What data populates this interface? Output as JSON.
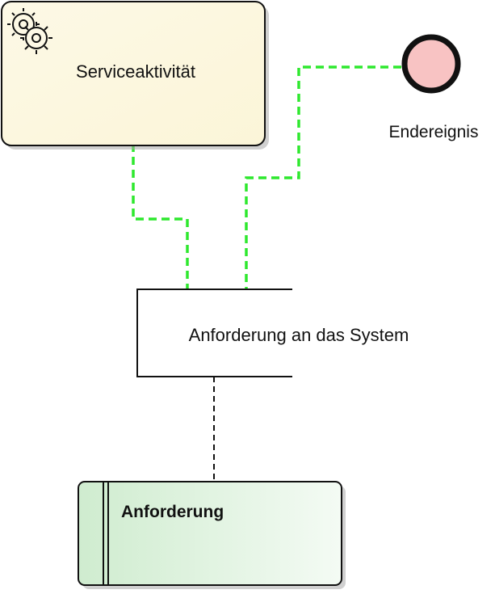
{
  "diagram": {
    "service_task": {
      "label": "Serviceaktivität",
      "icon": "gear-icon",
      "fill": "#fbf5d8",
      "border": "#111111"
    },
    "end_event": {
      "label": "Endereignis",
      "fill": "#f8c3c3",
      "border": "#111111"
    },
    "annotation": {
      "label": "Anforderung an das System"
    },
    "requirement": {
      "label": "Anforderung",
      "fill_start": "#cfeccf",
      "fill_end": "#f4fbf4",
      "border": "#111111"
    },
    "connectors": {
      "association_color": "#2ee82e",
      "dependency_color": "#111111"
    }
  }
}
